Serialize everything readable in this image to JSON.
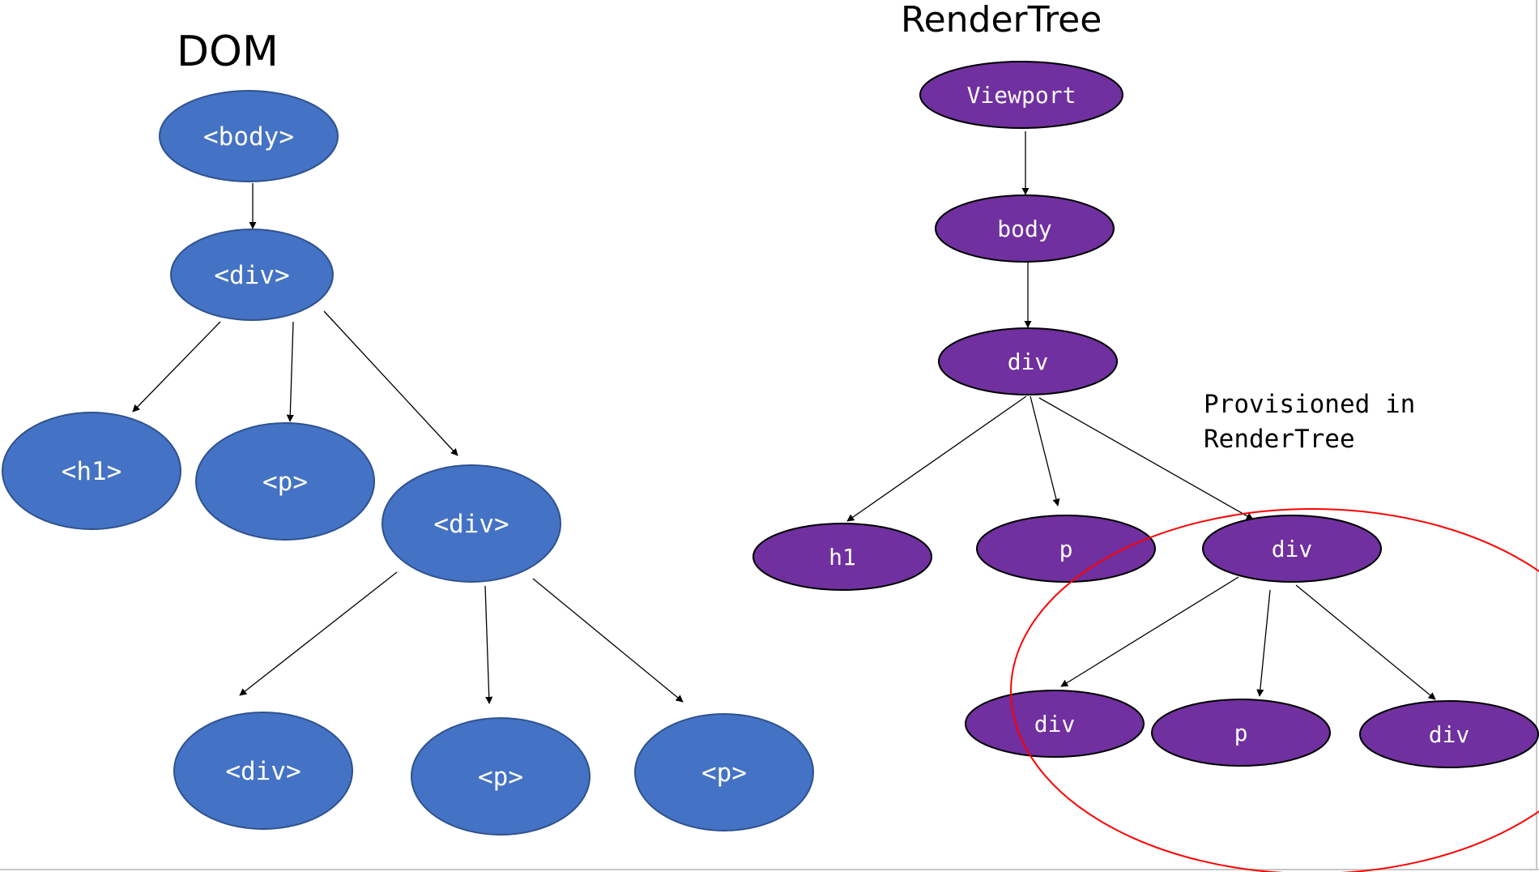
{
  "dom": {
    "title": "DOM",
    "color": "#4472C4",
    "nodes": [
      {
        "id": "dom-body",
        "label": "<body>"
      },
      {
        "id": "dom-div",
        "label": "<div>"
      },
      {
        "id": "dom-h1",
        "label": "<h1>"
      },
      {
        "id": "dom-p1",
        "label": "<p>"
      },
      {
        "id": "dom-div2",
        "label": "<div>"
      },
      {
        "id": "dom-div3",
        "label": "<div>"
      },
      {
        "id": "dom-p2",
        "label": "<p>"
      },
      {
        "id": "dom-p3",
        "label": "<p>"
      }
    ],
    "edges": [
      [
        "dom-body",
        "dom-div"
      ],
      [
        "dom-div",
        "dom-h1"
      ],
      [
        "dom-div",
        "dom-p1"
      ],
      [
        "dom-div",
        "dom-div2"
      ],
      [
        "dom-div2",
        "dom-div3"
      ],
      [
        "dom-div2",
        "dom-p2"
      ],
      [
        "dom-div2",
        "dom-p3"
      ]
    ]
  },
  "render_tree": {
    "title": "RenderTree",
    "color": "#7030A0",
    "nodes": [
      {
        "id": "rt-viewport",
        "label": "Viewport"
      },
      {
        "id": "rt-body",
        "label": "body"
      },
      {
        "id": "rt-div",
        "label": "div"
      },
      {
        "id": "rt-h1",
        "label": "h1"
      },
      {
        "id": "rt-p",
        "label": "p"
      },
      {
        "id": "rt-div2",
        "label": "div"
      },
      {
        "id": "rt-div3",
        "label": "div"
      },
      {
        "id": "rt-p2",
        "label": "p"
      },
      {
        "id": "rt-div4",
        "label": "div"
      }
    ],
    "edges": [
      [
        "rt-viewport",
        "rt-body"
      ],
      [
        "rt-body",
        "rt-div"
      ],
      [
        "rt-div",
        "rt-h1"
      ],
      [
        "rt-div",
        "rt-p"
      ],
      [
        "rt-div",
        "rt-div2"
      ],
      [
        "rt-div2",
        "rt-div3"
      ],
      [
        "rt-div2",
        "rt-p2"
      ],
      [
        "rt-div2",
        "rt-div4"
      ]
    ]
  },
  "annotation": {
    "line1": "Provisioned in",
    "line2": "RenderTree",
    "highlight_color": "#FF0000"
  }
}
